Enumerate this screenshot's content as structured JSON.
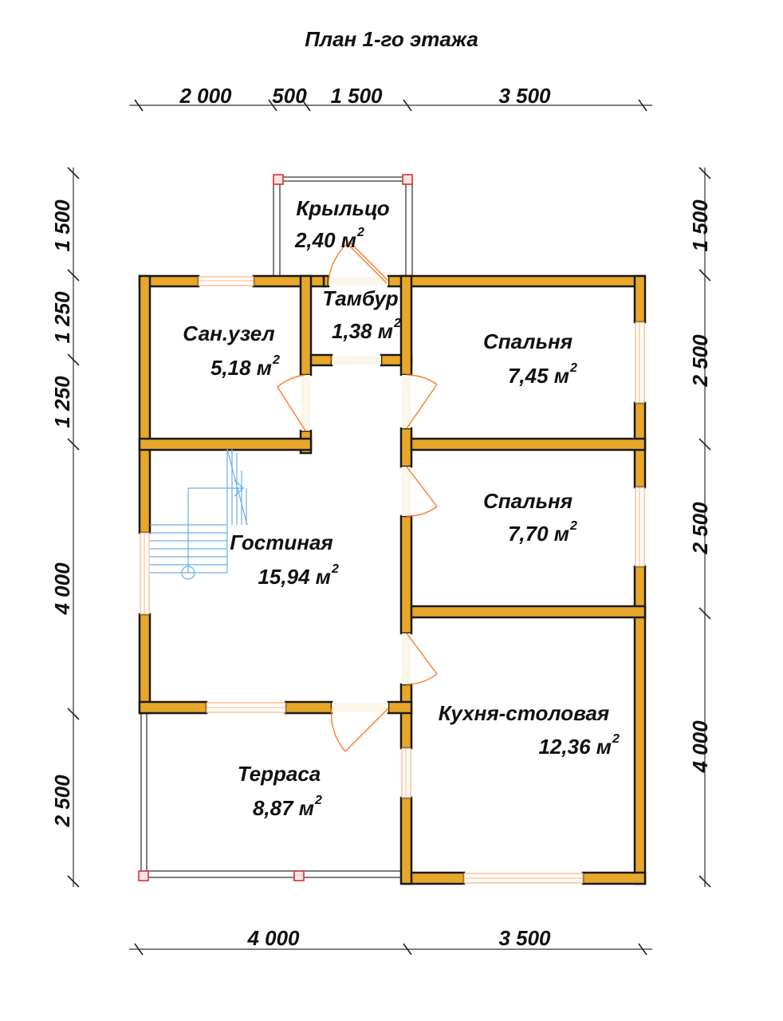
{
  "title": "План 1-го этажа",
  "dimensions": {
    "top": [
      "2 000",
      "500",
      "1 500",
      "3 500"
    ],
    "bottom": [
      "4 000",
      "3 500"
    ],
    "left": [
      "1 500",
      "1 250",
      "1 250",
      "4 000",
      "2 500"
    ],
    "right": [
      "1 500",
      "2 500",
      "2 500",
      "4 000"
    ]
  },
  "rooms": {
    "porch": {
      "name": "Крыльцо",
      "area": "2,40 м",
      "sup": "2"
    },
    "vestibule": {
      "name": "Тамбур",
      "area": "1,38 м",
      "sup": "2"
    },
    "bathroom": {
      "name": "Сан.узел",
      "area": "5,18 м",
      "sup": "2"
    },
    "bedroom1": {
      "name": "Спальня",
      "area": "7,45 м",
      "sup": "2"
    },
    "bedroom2": {
      "name": "Спальня",
      "area": "7,70 м",
      "sup": "2"
    },
    "living": {
      "name": "Гостиная",
      "area": "15,94 м",
      "sup": "2"
    },
    "kitchen": {
      "name": "Кухня-столовая",
      "area": "12,36 м",
      "sup": "2"
    },
    "terrace": {
      "name": "Терраса",
      "area": "8,87 м",
      "sup": "2"
    }
  },
  "colors": {
    "wall": "#e8a72a",
    "door": "#ff7a2a",
    "stair": "#6aaee8",
    "post": "#d83030"
  }
}
